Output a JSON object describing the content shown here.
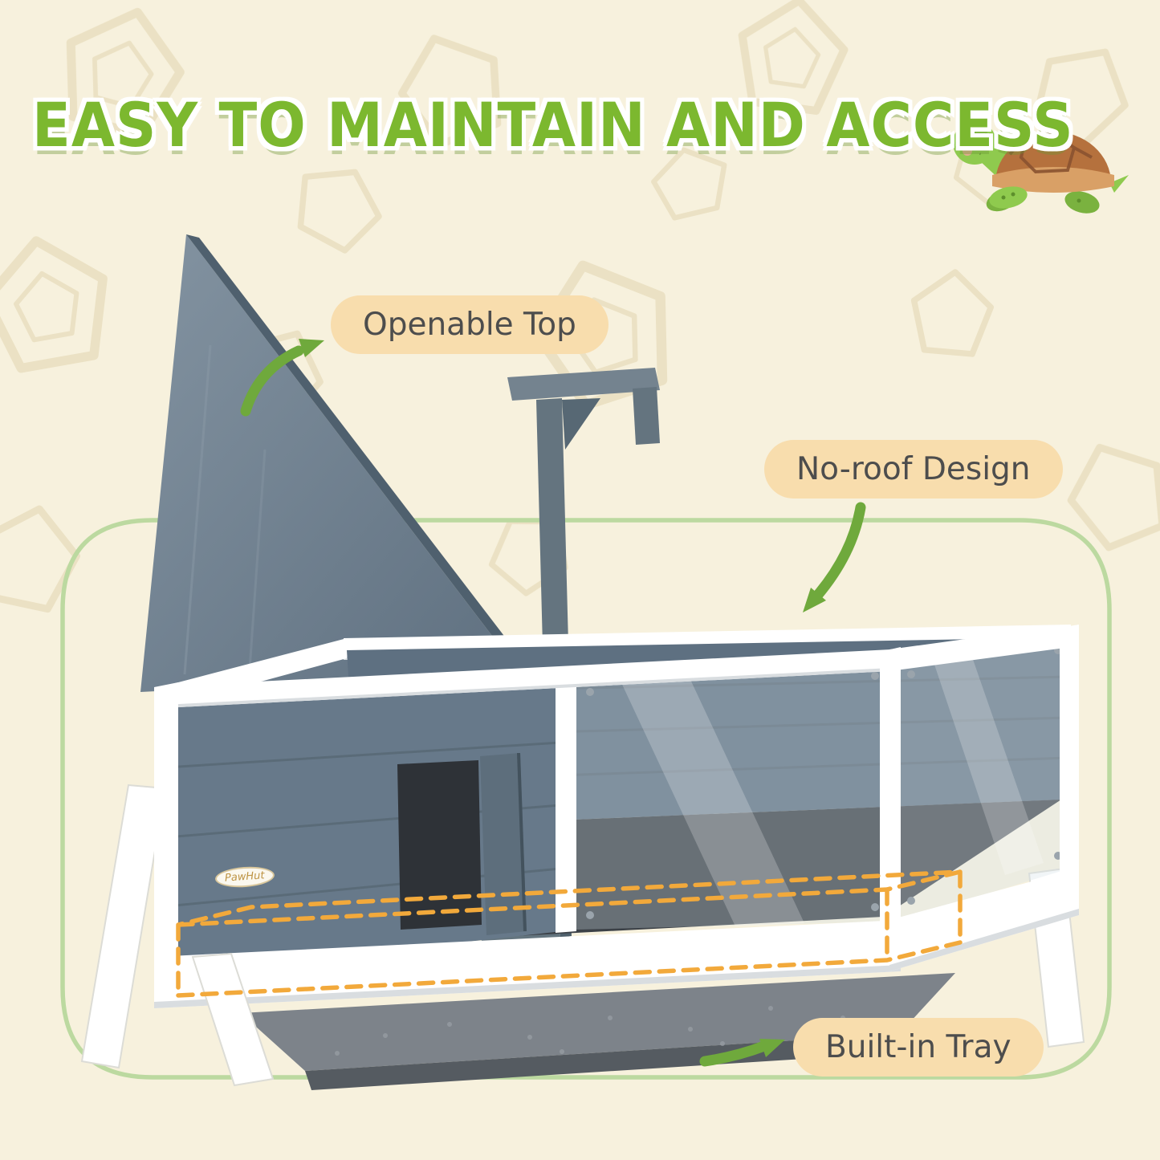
{
  "title": "EASY TO MAINTAIN AND ACCESS",
  "callouts": {
    "openable_top": "Openable Top",
    "no_roof": "No-roof Design",
    "built_in_tray": "Built-in Tray"
  },
  "brand": "PawHut",
  "icons": {
    "mascot": "turtle-mascot-icon",
    "background": "turtle-shell-pattern"
  },
  "colors": {
    "background_cream": "#f7f1dd",
    "title_green": "#7cb82f",
    "label_background": "#f8ddad",
    "label_text": "#4d4d4d",
    "arrow_green": "#6fa93c",
    "blob_outline_green": "#bcd9a0",
    "dashed_tray_orange": "#f2a93b",
    "wood_grey": "#66788a",
    "frame_white": "#ffffff"
  }
}
